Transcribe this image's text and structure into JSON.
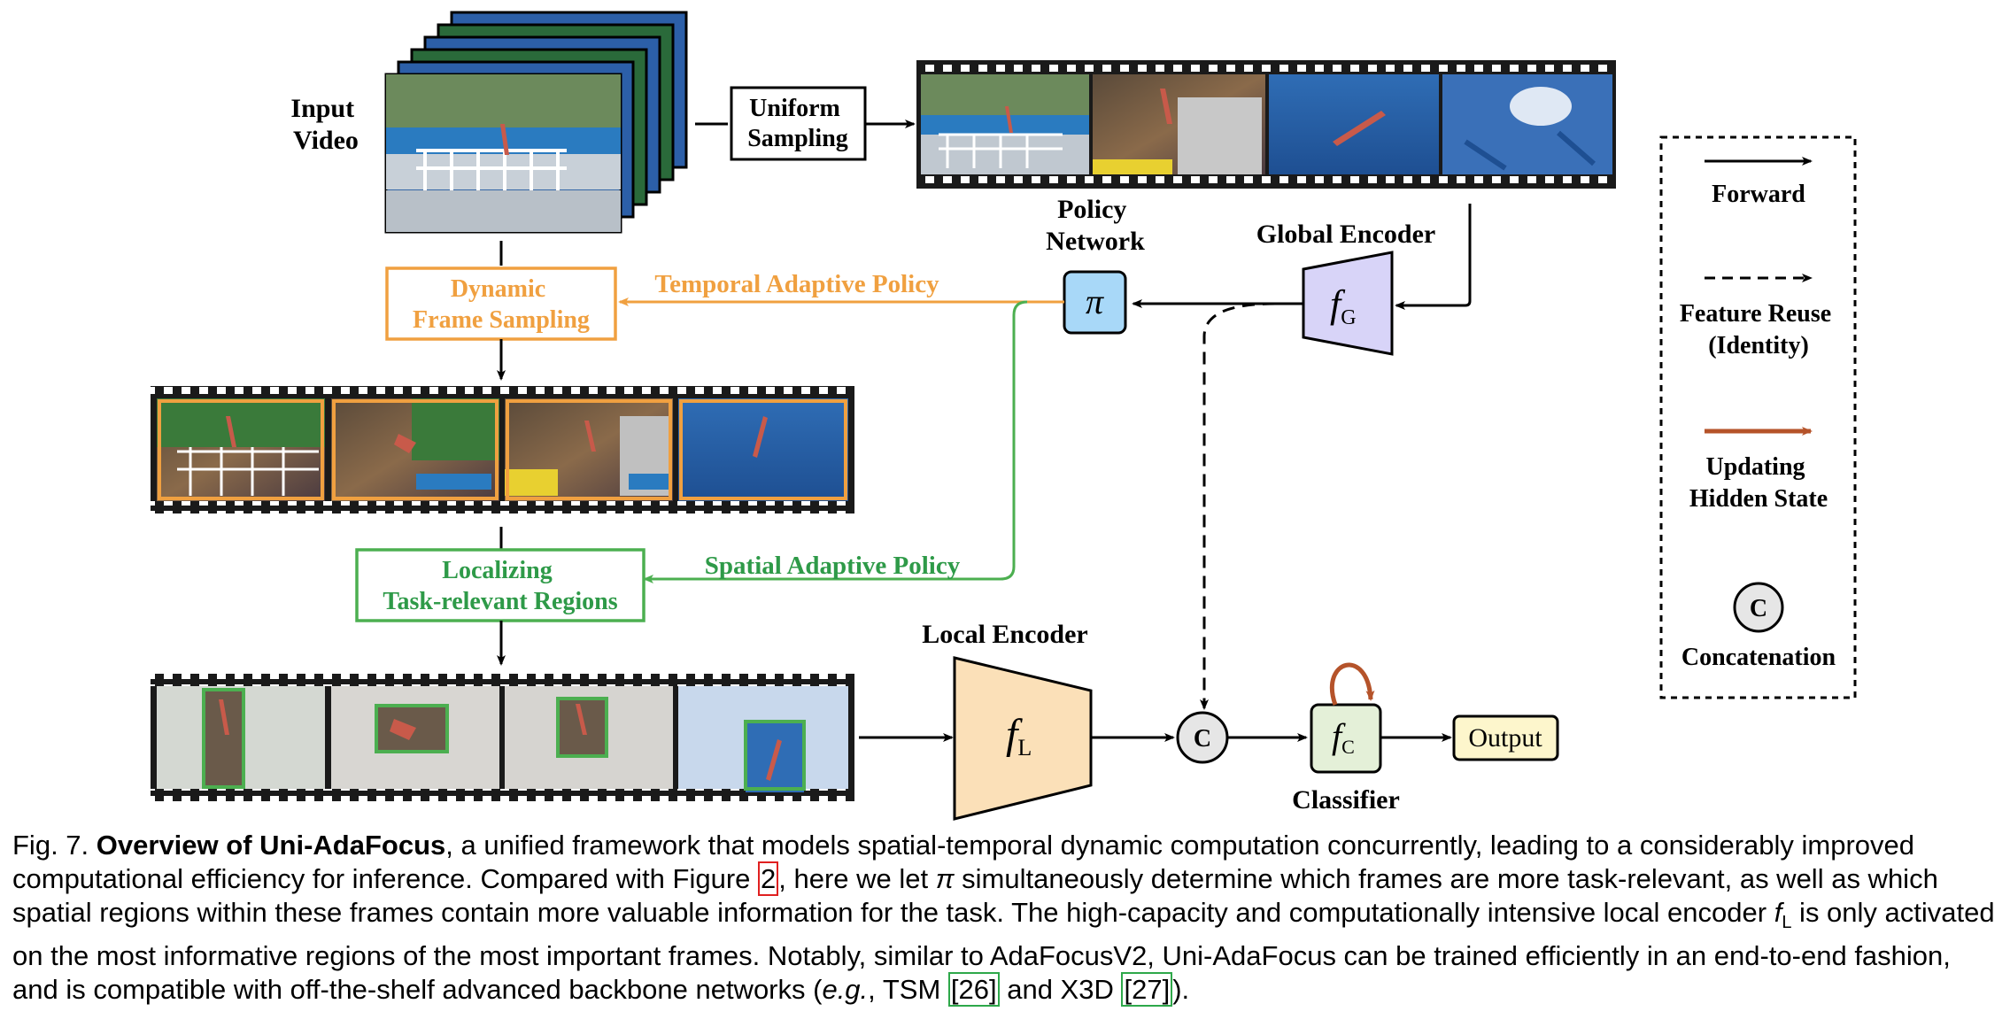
{
  "labels": {
    "input_video": [
      "Input",
      "Video"
    ],
    "uniform_sampling": [
      "Uniform",
      "Sampling"
    ],
    "policy_network": [
      "Policy",
      "Network"
    ],
    "global_encoder": "Global Encoder",
    "temporal_policy": "Temporal Adaptive Policy",
    "spatial_policy": "Spatial Adaptive Policy",
    "dynamic_frame_sampling": [
      "Dynamic",
      "Frame Sampling"
    ],
    "localizing": [
      "Localizing",
      "Task-relevant Regions"
    ],
    "local_encoder": "Local Encoder",
    "classifier": "Classifier",
    "output": "Output",
    "pi": "π",
    "concat_symbol": "C",
    "f_g": "f",
    "f_g_sub": "G",
    "f_l": "f",
    "f_l_sub": "L",
    "f_c": "f",
    "f_c_sub": "C"
  },
  "legend": {
    "forward": "Forward",
    "feature_reuse": [
      "Feature Reuse",
      "(Identity)"
    ],
    "updating": [
      "Updating",
      "Hidden State"
    ],
    "concatenation": "Concatenation",
    "concat_symbol": "C"
  },
  "colors": {
    "orange": "#f0a040",
    "green": "#4caf50",
    "brown": "#b5532a",
    "pi_fill": "#a8d8f8",
    "global_fill": "#d8d4f8",
    "local_fill": "#fbe0b8",
    "classifier_fill": "#e4f0d8",
    "output_fill": "#fdf6cc"
  },
  "caption": {
    "fig": "Fig. 7.",
    "title": "Overview of Uni-AdaFocus",
    "text1": ", a unified framework that models spatial-temporal dynamic computation concurrently, leading to a considerably improved computational efficiency for inference. Compared with Figure ",
    "ref_fig": "2",
    "text2": ", here we let ",
    "pi": "π",
    "text3": " simultaneously determine which frames are more task-relevant, as well as which spatial regions within these frames contain more valuable information for the task. The high-capacity and computationally intensive local encoder ",
    "fl": "f",
    "fl_sub": "L",
    "text4": " is only activated on the most informative regions of the most important frames. Notably, similar to AdaFocusV2, Uni-AdaFocus can be trained efficiently in an end-to-end fashion, and is compatible with off-the-shelf advanced backbone networks (",
    "eg": "e.g.",
    "text5": ", TSM ",
    "ref26": "[26]",
    "text6": " and X3D ",
    "ref27": "[27]",
    "text7": ")."
  }
}
